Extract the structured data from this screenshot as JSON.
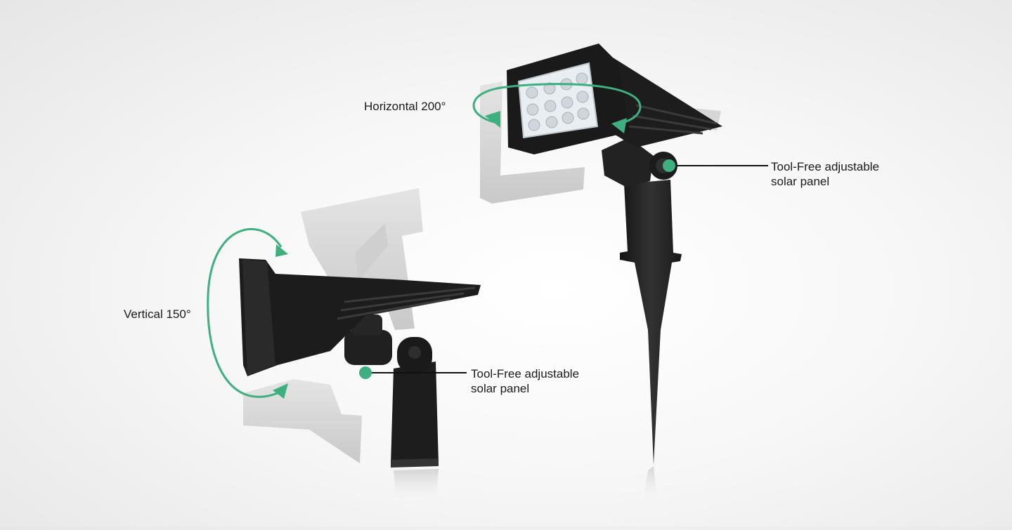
{
  "colors": {
    "accent": "#3daf80",
    "product_dark": "#1f1f1f",
    "ghost_gray": "#d8d8d8",
    "led_panel": "#e9eef2"
  },
  "labels": {
    "horizontal": "Horizontal 200°",
    "vertical": "Vertical 150°",
    "callout_top": {
      "line1": "Tool-Free adjustable",
      "line2": "solar panel"
    },
    "callout_bottom": {
      "line1": "Tool-Free adjustable",
      "line2": "solar panel"
    }
  }
}
